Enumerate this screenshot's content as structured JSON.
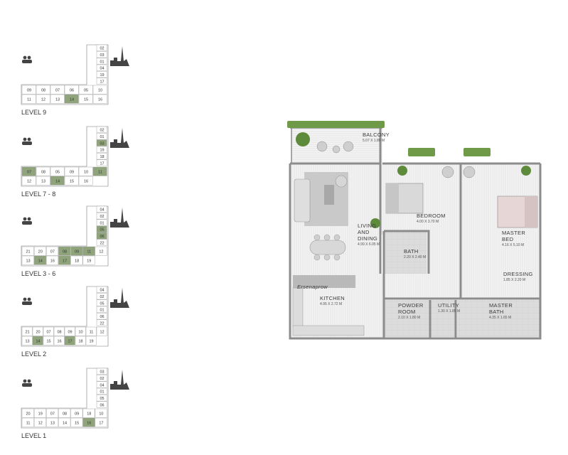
{
  "levels": [
    {
      "label": "LEVEL 9",
      "units": [
        {
          "n": "02"
        },
        {
          "n": "03"
        },
        {
          "n": "01"
        },
        {
          "n": "04"
        },
        {
          "n": "19"
        },
        {
          "n": "17"
        },
        {
          "n": "09"
        },
        {
          "n": "08"
        },
        {
          "n": "07"
        },
        {
          "n": "06"
        },
        {
          "n": "05"
        },
        {
          "n": "10"
        },
        {
          "n": "11"
        },
        {
          "n": "12"
        },
        {
          "n": "13"
        },
        {
          "n": "14",
          "highlight": true
        },
        {
          "n": "15"
        },
        {
          "n": "16"
        }
      ]
    },
    {
      "label": "LEVEL 7 - 8",
      "units": [
        {
          "n": "02"
        },
        {
          "n": "01"
        },
        {
          "n": "03",
          "highlight": true
        },
        {
          "n": "19"
        },
        {
          "n": "18"
        },
        {
          "n": "17"
        },
        {
          "n": "07",
          "highlight": true
        },
        {
          "n": "08"
        },
        {
          "n": "05"
        },
        {
          "n": "09"
        },
        {
          "n": "10"
        },
        {
          "n": "11",
          "highlight": true
        },
        {
          "n": "12"
        },
        {
          "n": "13"
        },
        {
          "n": "14",
          "highlight": true
        },
        {
          "n": "15"
        },
        {
          "n": "16"
        }
      ]
    },
    {
      "label": "LEVEL 3 - 6",
      "units": [
        {
          "n": "04"
        },
        {
          "n": "02"
        },
        {
          "n": "01"
        },
        {
          "n": "05",
          "highlight": true
        },
        {
          "n": "06",
          "highlight": true
        },
        {
          "n": "22"
        },
        {
          "n": "21"
        },
        {
          "n": "20"
        },
        {
          "n": "07"
        },
        {
          "n": "08",
          "highlight": true
        },
        {
          "n": "09",
          "highlight": true
        },
        {
          "n": "11",
          "highlight": true
        },
        {
          "n": "12"
        },
        {
          "n": "13"
        },
        {
          "n": "14",
          "highlight": true
        },
        {
          "n": "16"
        },
        {
          "n": "17",
          "highlight": true
        },
        {
          "n": "18"
        },
        {
          "n": "19"
        }
      ]
    },
    {
      "label": "LEVEL 2",
      "units": [
        {
          "n": "04"
        },
        {
          "n": "02"
        },
        {
          "n": "05"
        },
        {
          "n": "01"
        },
        {
          "n": "06"
        },
        {
          "n": "22"
        },
        {
          "n": "21"
        },
        {
          "n": "20"
        },
        {
          "n": "07"
        },
        {
          "n": "08"
        },
        {
          "n": "09"
        },
        {
          "n": "10"
        },
        {
          "n": "11"
        },
        {
          "n": "12"
        },
        {
          "n": "13"
        },
        {
          "n": "14",
          "highlight": true
        },
        {
          "n": "15"
        },
        {
          "n": "16"
        },
        {
          "n": "17",
          "highlight": true
        },
        {
          "n": "18"
        },
        {
          "n": "19"
        }
      ]
    },
    {
      "label": "LEVEL 1",
      "units": [
        {
          "n": "03"
        },
        {
          "n": "02"
        },
        {
          "n": "04"
        },
        {
          "n": "01"
        },
        {
          "n": "05"
        },
        {
          "n": "06"
        },
        {
          "n": "20"
        },
        {
          "n": "19"
        },
        {
          "n": "07"
        },
        {
          "n": "08"
        },
        {
          "n": "09"
        },
        {
          "n": "18"
        },
        {
          "n": "10"
        },
        {
          "n": "11"
        },
        {
          "n": "12"
        },
        {
          "n": "13"
        },
        {
          "n": "14"
        },
        {
          "n": "15"
        },
        {
          "n": "16",
          "highlight": true
        },
        {
          "n": "17"
        }
      ]
    }
  ],
  "plan": {
    "rooms": [
      {
        "name": "BALCONY",
        "dim": "5.07 X 1.80 M"
      },
      {
        "name": "LIVING AND DINING",
        "lines": [
          "LIVING",
          "AND",
          "DINING"
        ],
        "dim": "4.99 X 6.05 M"
      },
      {
        "name": "BEDROOM",
        "dim": "4.00 X 3.70 M"
      },
      {
        "name": "MASTER BED",
        "lines": [
          "MASTER",
          "BED"
        ],
        "dim": "4.16 X 5.10 M"
      },
      {
        "name": "BATH",
        "dim": "2.20 X 2.40 M"
      },
      {
        "name": "DRESSING",
        "dim": "1.85 X 2.20 M"
      },
      {
        "name": "KITCHEN",
        "dim": "4.95 X 2.72 M"
      },
      {
        "name": "POWDER ROOM",
        "lines": [
          "POWDER",
          "ROOM"
        ],
        "dim": "2.10 X 1.80 M"
      },
      {
        "name": "UTILITY",
        "dim": "1.30 X 1.85 M"
      },
      {
        "name": "MASTER BATH",
        "lines": [
          "MASTER",
          "BATH"
        ],
        "dim": "4.35 X 1.65 M"
      }
    ],
    "watermark": "Ersenaprow"
  },
  "colors": {
    "highlight": "#8fa47a",
    "plant": "#6f9a48",
    "wall": "#8c8c8c",
    "floor": "#e7e7e7"
  },
  "icons": [
    "people-icon",
    "skyline-icon"
  ]
}
